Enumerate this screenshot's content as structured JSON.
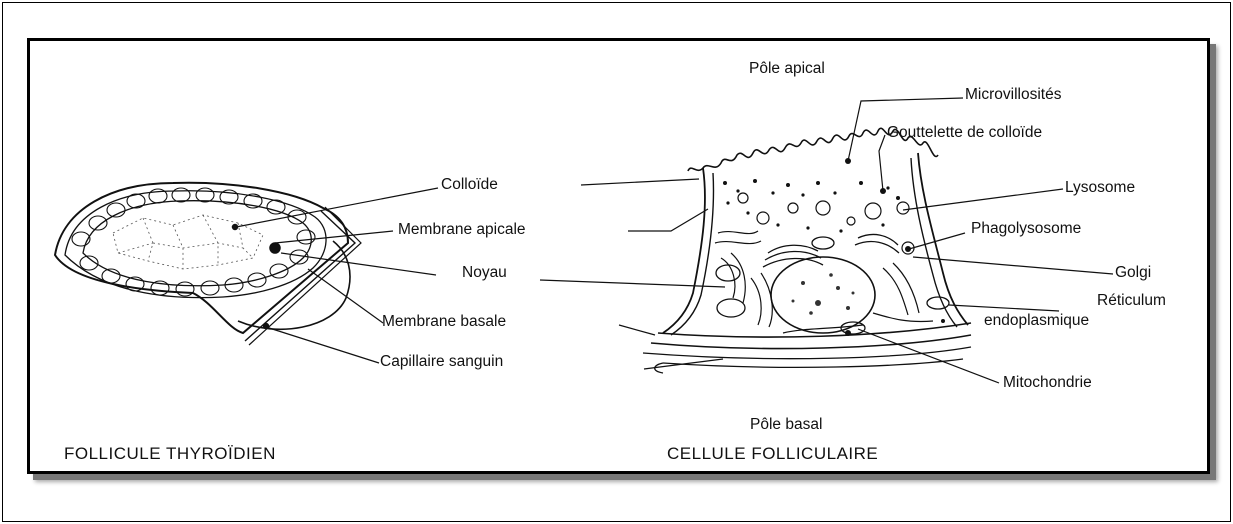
{
  "labels": {
    "pole_apical": "Pôle apical",
    "microvillosites": "Microvillosités",
    "gouttelette": "Gouttelette de colloïde",
    "colloide": "Colloïde",
    "lysosome": "Lysosome",
    "phagolysosome": "Phagolysosome",
    "membrane_apicale": "Membrane apicale",
    "golgi": "Golgi",
    "noyau": "Noyau",
    "reticulum_1": "Réticulum",
    "reticulum_2": "endoplasmique",
    "membrane_basale": "Membrane basale",
    "capillaire": "Capillaire sanguin",
    "mitochondrie": "Mitochondrie",
    "pole_basal": "Pôle basal"
  },
  "captions": {
    "left": "FOLLICULE THYROÏDIEN",
    "right": "CELLULE FOLLICULAIRE"
  }
}
